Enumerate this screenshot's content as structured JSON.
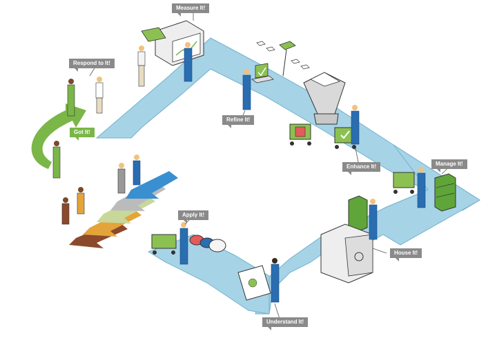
{
  "labels": {
    "measure": "Measure It!",
    "respond": "Respond to It!",
    "refine": "Refine It!",
    "got": "Got It!",
    "enhance": "Enhance It!",
    "manage": "Manage It!",
    "apply": "Apply It!",
    "house": "House It!",
    "understand": "Understand It!"
  },
  "icons": {
    "worker": "person-icon",
    "computer": "laptop-icon",
    "cart": "cart-icon",
    "cabinet": "filing-cabinet-icon",
    "safe": "vault-icon",
    "rolls": "paper-roll-icon",
    "chart_board": "chart-board-icon",
    "hopper": "funnel-hopper-icon",
    "printer": "printer-icon"
  },
  "colors": {
    "path": "#a7d3e6",
    "path_edge": "#6fb2cf",
    "green_arrow": "#7ab648",
    "blue_worker": "#2a6db0",
    "label_bg": "#8a8a8a",
    "label_green": "#7ab648"
  }
}
